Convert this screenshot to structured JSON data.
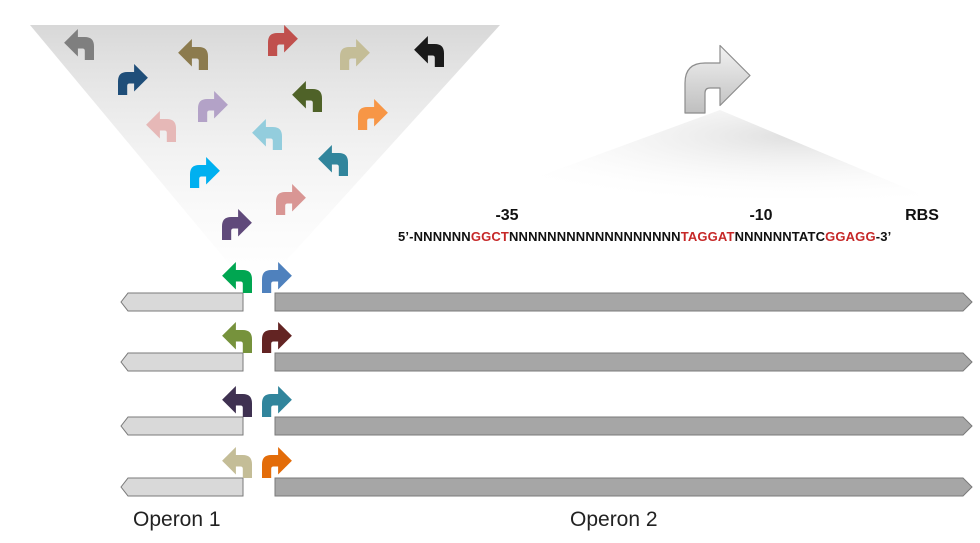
{
  "colors": {
    "promoter_highlight": "#c62828",
    "sequence_text": "#111111",
    "operon1_fill": "#d9d9d9",
    "operon2_fill": "#a6a6a6",
    "block_stroke": "#7a7a7a",
    "cone_shade": "#e0e0e0"
  },
  "library": {
    "arrows": [
      {
        "name": "promoter-arrow-gray-left-icon",
        "color": "#7f7f7f",
        "dir": "left"
      },
      {
        "name": "promoter-arrow-navy-right-icon",
        "color": "#1f4e79",
        "dir": "right"
      },
      {
        "name": "promoter-arrow-olive-left-icon",
        "color": "#8c7b4e",
        "dir": "left"
      },
      {
        "name": "promoter-arrow-red-right-icon",
        "color": "#c0504d",
        "dir": "right"
      },
      {
        "name": "promoter-arrow-beige-right-icon",
        "color": "#c4bd97",
        "dir": "right"
      },
      {
        "name": "promoter-arrow-black-left-icon",
        "color": "#1a1a1a",
        "dir": "left"
      },
      {
        "name": "promoter-arrow-pink-left-icon",
        "color": "#e6b8b7",
        "dir": "left"
      },
      {
        "name": "promoter-arrow-lavender-right-icon",
        "color": "#b3a2c7",
        "dir": "right"
      },
      {
        "name": "promoter-arrow-darkgreen-left-icon",
        "color": "#4f6228",
        "dir": "left"
      },
      {
        "name": "promoter-arrow-orange-right-icon",
        "color": "#f79646",
        "dir": "right"
      },
      {
        "name": "promoter-arrow-lightblue-left-icon",
        "color": "#93cddd",
        "dir": "left"
      },
      {
        "name": "promoter-arrow-cyan-right-icon",
        "color": "#00b0f0",
        "dir": "right"
      },
      {
        "name": "promoter-arrow-teal-left-icon",
        "color": "#31859c",
        "dir": "left"
      },
      {
        "name": "promoter-arrow-salmon-right-icon",
        "color": "#d99694",
        "dir": "right"
      },
      {
        "name": "promoter-arrow-purple-right-icon",
        "color": "#604a7b",
        "dir": "right"
      }
    ],
    "big_arrow": {
      "name": "consensus-promoter-arrow-icon",
      "color": "#d9d9d9",
      "stroke": "#8c8c8c"
    }
  },
  "sequence": {
    "labels": {
      "minus35": "-35",
      "minus10": "-10",
      "rbs": "RBS"
    },
    "segments": [
      {
        "text": "5’-NNNNNN",
        "highlight": false
      },
      {
        "text": "GGCT",
        "highlight": true
      },
      {
        "text": "NNNNNNNNNNNNNNNNNN",
        "highlight": false
      },
      {
        "text": "TAGGAT",
        "highlight": true
      },
      {
        "text": "NNNNNNTATC",
        "highlight": false
      },
      {
        "text": "GGAGG",
        "highlight": true
      },
      {
        "text": "-3’",
        "highlight": false
      }
    ]
  },
  "constructs": [
    {
      "left_color": "#00a651",
      "right_color": "#4f81bd"
    },
    {
      "left_color": "#76923c",
      "right_color": "#632423"
    },
    {
      "left_color": "#3f3151",
      "right_color": "#31859c"
    },
    {
      "left_color": "#c4bd97",
      "right_color": "#e36c09"
    }
  ],
  "labels": {
    "operon1": "Operon 1",
    "operon2": "Operon 2"
  }
}
